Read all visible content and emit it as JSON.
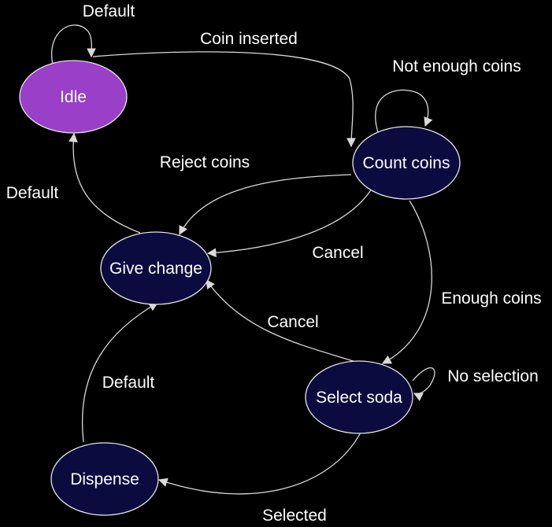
{
  "diagram": {
    "colors": {
      "background": "#000000",
      "initial_state_fill": "#9a3fc7",
      "state_fill": "#0b0b40",
      "edge": "#d9d9d9",
      "text": "#ffffff"
    },
    "states": {
      "idle": "Idle",
      "count_coins": "Count coins",
      "give_change": "Give change",
      "select_soda": "Select soda",
      "dispense": "Dispense"
    },
    "transitions": {
      "idle_default": "Default",
      "coin_inserted": "Coin inserted",
      "not_enough_coins": "Not enough coins",
      "reject_coins": "Reject coins",
      "give_change_default": "Default",
      "cancel_from_count": "Cancel",
      "enough_coins": "Enough coins",
      "cancel_from_select": "Cancel",
      "no_selection": "No selection",
      "dispense_default": "Default",
      "selected": "Selected"
    }
  }
}
